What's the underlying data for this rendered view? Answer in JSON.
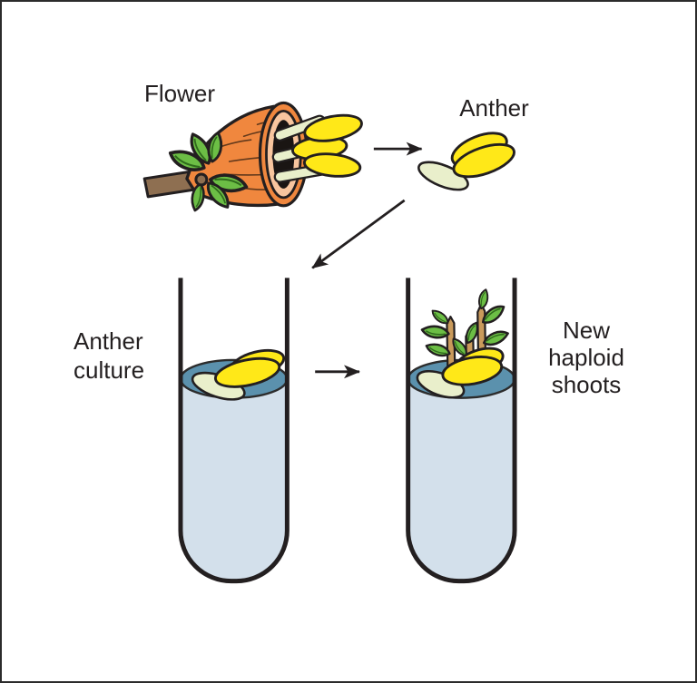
{
  "diagram": {
    "labels": {
      "flower": "Flower",
      "anther": "Anther",
      "anther_culture": [
        "Anther",
        "culture"
      ],
      "new_haploid_shoots": [
        "New",
        "haploid",
        "shoots"
      ]
    },
    "illustrations": [
      "flower-icon",
      "anther-icon",
      "arrow-right-icon",
      "arrow-diagonal-icon",
      "test-tube-icon",
      "floating-anther-icon",
      "haploid-shoots-icon"
    ]
  },
  "colors": {
    "background": "#ffffff",
    "border": "#2b2b2b",
    "text": "#231f20",
    "outline": "#231f20",
    "flower-orange": "#f0873e",
    "flower-rim-peach": "#f8c59e",
    "flower-center-black": "#1a1513",
    "leaf-green": "#6cbe45",
    "leaf-vein": "#2f6b1c",
    "stem-brown": "#8e6f51",
    "filament-cream": "#e9efcb",
    "anther-yellow": "#ffe818",
    "medium-surface-teal": "#5b91ad",
    "medium-body-blue": "#d3e0eb",
    "shoot-tan": "#c99a5b"
  }
}
